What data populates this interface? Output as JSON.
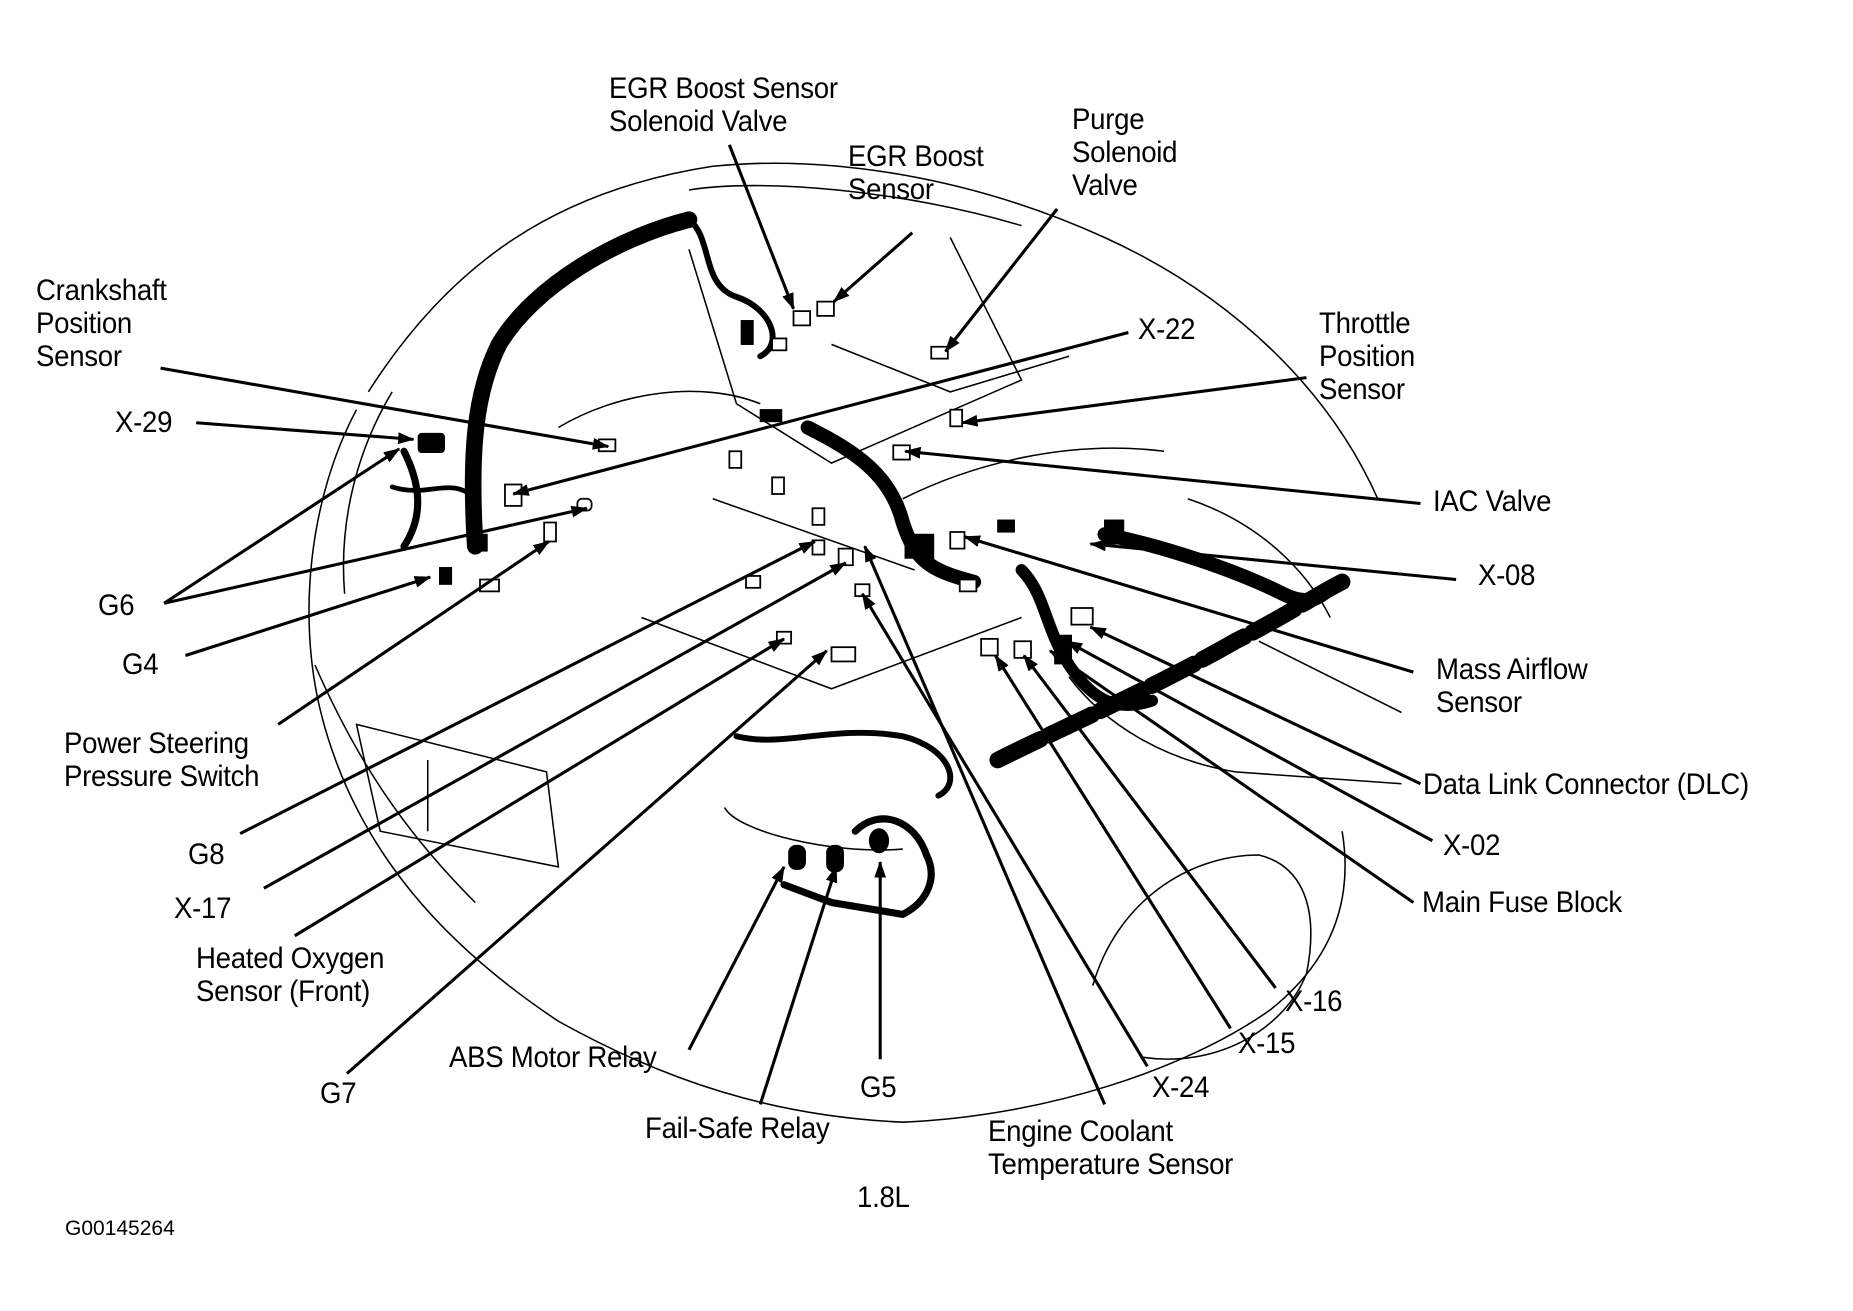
{
  "diagram": {
    "subject": "Engine compartment component & connector locator",
    "engine_label": "1.8L",
    "figure_id": "G00145264",
    "callouts": [
      {
        "id": "egr_boost_sensor_solenoid_valve",
        "lines": [
          "EGR Boost Sensor",
          "Solenoid Valve"
        ]
      },
      {
        "id": "egr_boost_sensor",
        "lines": [
          "EGR Boost",
          "Sensor"
        ]
      },
      {
        "id": "purge_solenoid_valve",
        "lines": [
          "Purge",
          "Solenoid",
          "Valve"
        ]
      },
      {
        "id": "crankshaft_position_sensor",
        "lines": [
          "Crankshaft",
          "Position",
          "Sensor"
        ]
      },
      {
        "id": "x22",
        "lines": [
          "X-22"
        ]
      },
      {
        "id": "throttle_position_sensor",
        "lines": [
          "Throttle",
          "Position",
          "Sensor"
        ]
      },
      {
        "id": "x29",
        "lines": [
          "X-29"
        ]
      },
      {
        "id": "iac_valve",
        "lines": [
          "IAC Valve"
        ]
      },
      {
        "id": "x08",
        "lines": [
          "X-08"
        ]
      },
      {
        "id": "g6",
        "lines": [
          "G6"
        ]
      },
      {
        "id": "g4",
        "lines": [
          "G4"
        ]
      },
      {
        "id": "mass_airflow_sensor",
        "lines": [
          "Mass Airflow",
          "Sensor"
        ]
      },
      {
        "id": "power_steering_pressure_switch",
        "lines": [
          "Power Steering",
          "Pressure Switch"
        ]
      },
      {
        "id": "dlc",
        "lines": [
          "Data Link Connector (DLC)"
        ]
      },
      {
        "id": "g8",
        "lines": [
          "G8"
        ]
      },
      {
        "id": "x02",
        "lines": [
          "X-02"
        ]
      },
      {
        "id": "x17",
        "lines": [
          "X-17"
        ]
      },
      {
        "id": "main_fuse_block",
        "lines": [
          "Main Fuse Block"
        ]
      },
      {
        "id": "heated_oxygen_sensor_front",
        "lines": [
          "Heated Oxygen",
          "Sensor (Front)"
        ]
      },
      {
        "id": "x16",
        "lines": [
          "X-16"
        ]
      },
      {
        "id": "x15",
        "lines": [
          "X-15"
        ]
      },
      {
        "id": "abs_motor_relay",
        "lines": [
          "ABS Motor Relay"
        ]
      },
      {
        "id": "g7",
        "lines": [
          "G7"
        ]
      },
      {
        "id": "g5",
        "lines": [
          "G5"
        ]
      },
      {
        "id": "x24",
        "lines": [
          "X-24"
        ]
      },
      {
        "id": "fail_safe_relay",
        "lines": [
          "Fail-Safe Relay"
        ]
      },
      {
        "id": "engine_coolant_temperature_sensor",
        "lines": [
          "Engine Coolant",
          "Temperature Sensor"
        ]
      }
    ]
  }
}
